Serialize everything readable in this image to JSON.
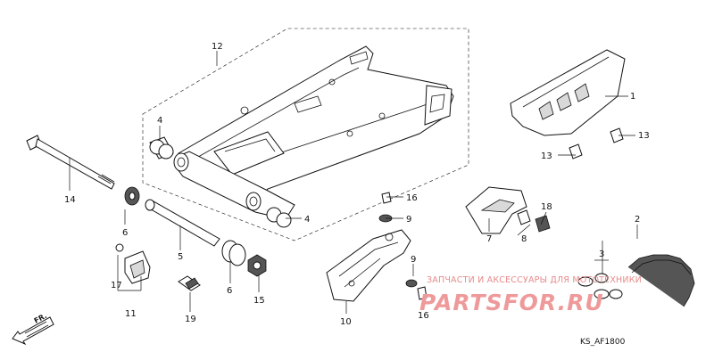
{
  "diagram": {
    "code": "KS_AF1800",
    "direction_label": "FR.",
    "callouts": [
      {
        "id": "c12",
        "label": "12"
      },
      {
        "id": "c1",
        "label": "1"
      },
      {
        "id": "c13a",
        "label": "13"
      },
      {
        "id": "c13b",
        "label": "13"
      },
      {
        "id": "c4a",
        "label": "4"
      },
      {
        "id": "c4b",
        "label": "4"
      },
      {
        "id": "c14",
        "label": "14"
      },
      {
        "id": "c6a",
        "label": "6"
      },
      {
        "id": "c6b",
        "label": "6"
      },
      {
        "id": "c5",
        "label": "5"
      },
      {
        "id": "c16a",
        "label": "16"
      },
      {
        "id": "c16b",
        "label": "16"
      },
      {
        "id": "c9a",
        "label": "9"
      },
      {
        "id": "c9b",
        "label": "9"
      },
      {
        "id": "c7",
        "label": "7"
      },
      {
        "id": "c8",
        "label": "8"
      },
      {
        "id": "c18",
        "label": "18"
      },
      {
        "id": "c2",
        "label": "2"
      },
      {
        "id": "c3",
        "label": "3"
      },
      {
        "id": "c17",
        "label": "17"
      },
      {
        "id": "c11",
        "label": "11"
      },
      {
        "id": "c19",
        "label": "19"
      },
      {
        "id": "c15",
        "label": "15"
      },
      {
        "id": "c10",
        "label": "10"
      }
    ]
  },
  "watermark": {
    "tagline": "ЗАПЧАСТИ И АКСЕССУАРЫ ДЛЯ МОТОТЕХНИКИ",
    "logo": "PARTS",
    "logo_accent": "FOR",
    "logo_tld": ".RU"
  }
}
